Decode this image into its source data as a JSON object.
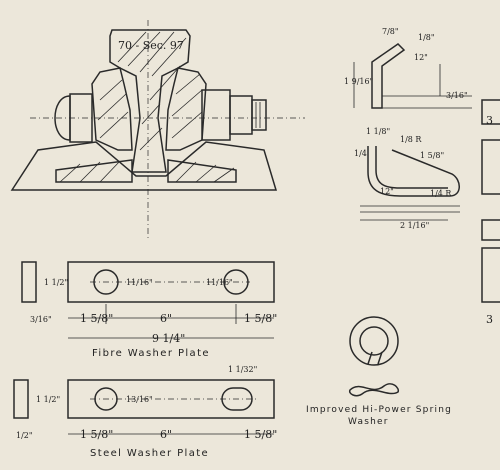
{
  "rail_label": "70 - Sec. 97",
  "dims": {
    "fwp_len": "6\"",
    "fwp_total": "9 1/4\"",
    "fwp_end_l": "1 5/8\"",
    "fwp_end_r": "1 5/8\"",
    "fwp_thick": "3/16\"",
    "fwp_height": "1 1/2\"",
    "fwp_hole_a": "11/16\"",
    "fwp_hole_b": "11/16\"",
    "swp_len": "6\"",
    "swp_end_l": "1 5/8\"",
    "swp_end_r": "1 5/8\"",
    "swp_thick": "1/2\"",
    "swp_slot": "1 1/32\"",
    "swp_hole": "13/16\"",
    "swp_height": "1 1/2\"",
    "clip_top": "7/8\"",
    "clip_tip": "1/8\"",
    "clip_ang1": "12\"",
    "clip_h": "1 9/16\"",
    "clip_t": "3/16\"",
    "clip2_a": "1 1/8\"",
    "clip2_r": "1/8 R",
    "clip2_b": "1 5/8\"",
    "clip2_side": "1/4",
    "clip2_r2": "1/4 R",
    "clip2_ang": "12\"",
    "clip2_w": "2 1/16\"",
    "edge_r1": "3",
    "edge_r2": "3"
  },
  "captions": {
    "fibre": "Fibre Washer Plate",
    "steel": "Steel Washer Plate",
    "spring_1": "Improved Hi-Power Spring",
    "spring_2": "Washer"
  }
}
